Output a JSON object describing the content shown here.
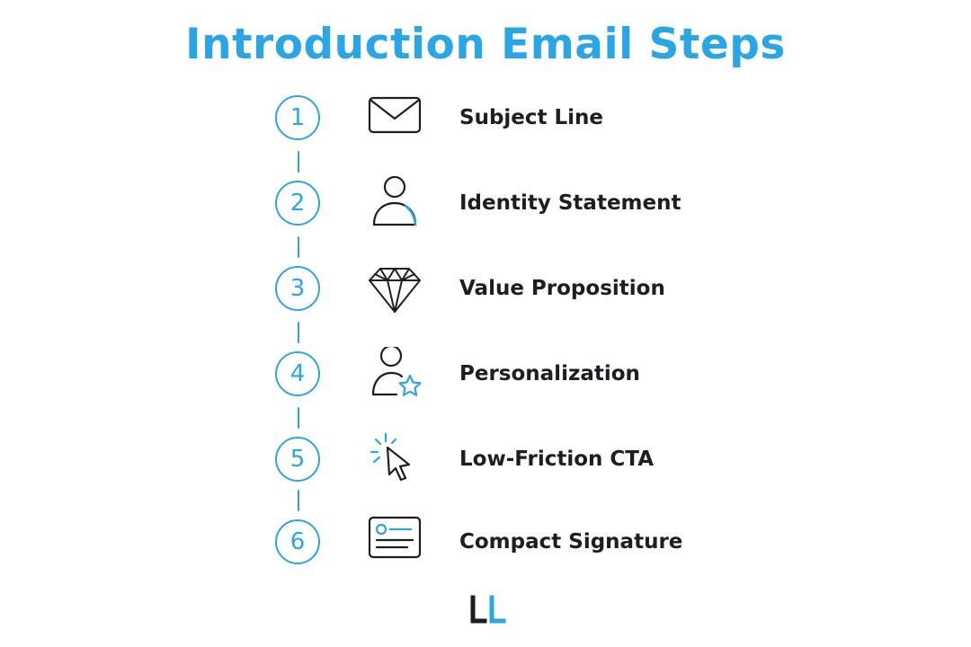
{
  "title": "Introduction Email Steps",
  "colors": {
    "accent": "#2aa6e6",
    "text": "#1b1f24",
    "icon_stroke": "#1b1f24",
    "background": "#ffffff"
  },
  "steps": [
    {
      "number": "1",
      "label": "Subject Line",
      "icon": "envelope-icon"
    },
    {
      "number": "2",
      "label": "Identity Statement",
      "icon": "person-icon"
    },
    {
      "number": "3",
      "label": "Value Proposition",
      "icon": "diamond-icon"
    },
    {
      "number": "4",
      "label": "Personalization",
      "icon": "person-star-icon"
    },
    {
      "number": "5",
      "label": "Low-Friction CTA",
      "icon": "cursor-click-icon"
    },
    {
      "number": "6",
      "label": "Compact Signature",
      "icon": "id-card-icon"
    }
  ],
  "logo": {
    "icon": "ll-logo-icon"
  }
}
